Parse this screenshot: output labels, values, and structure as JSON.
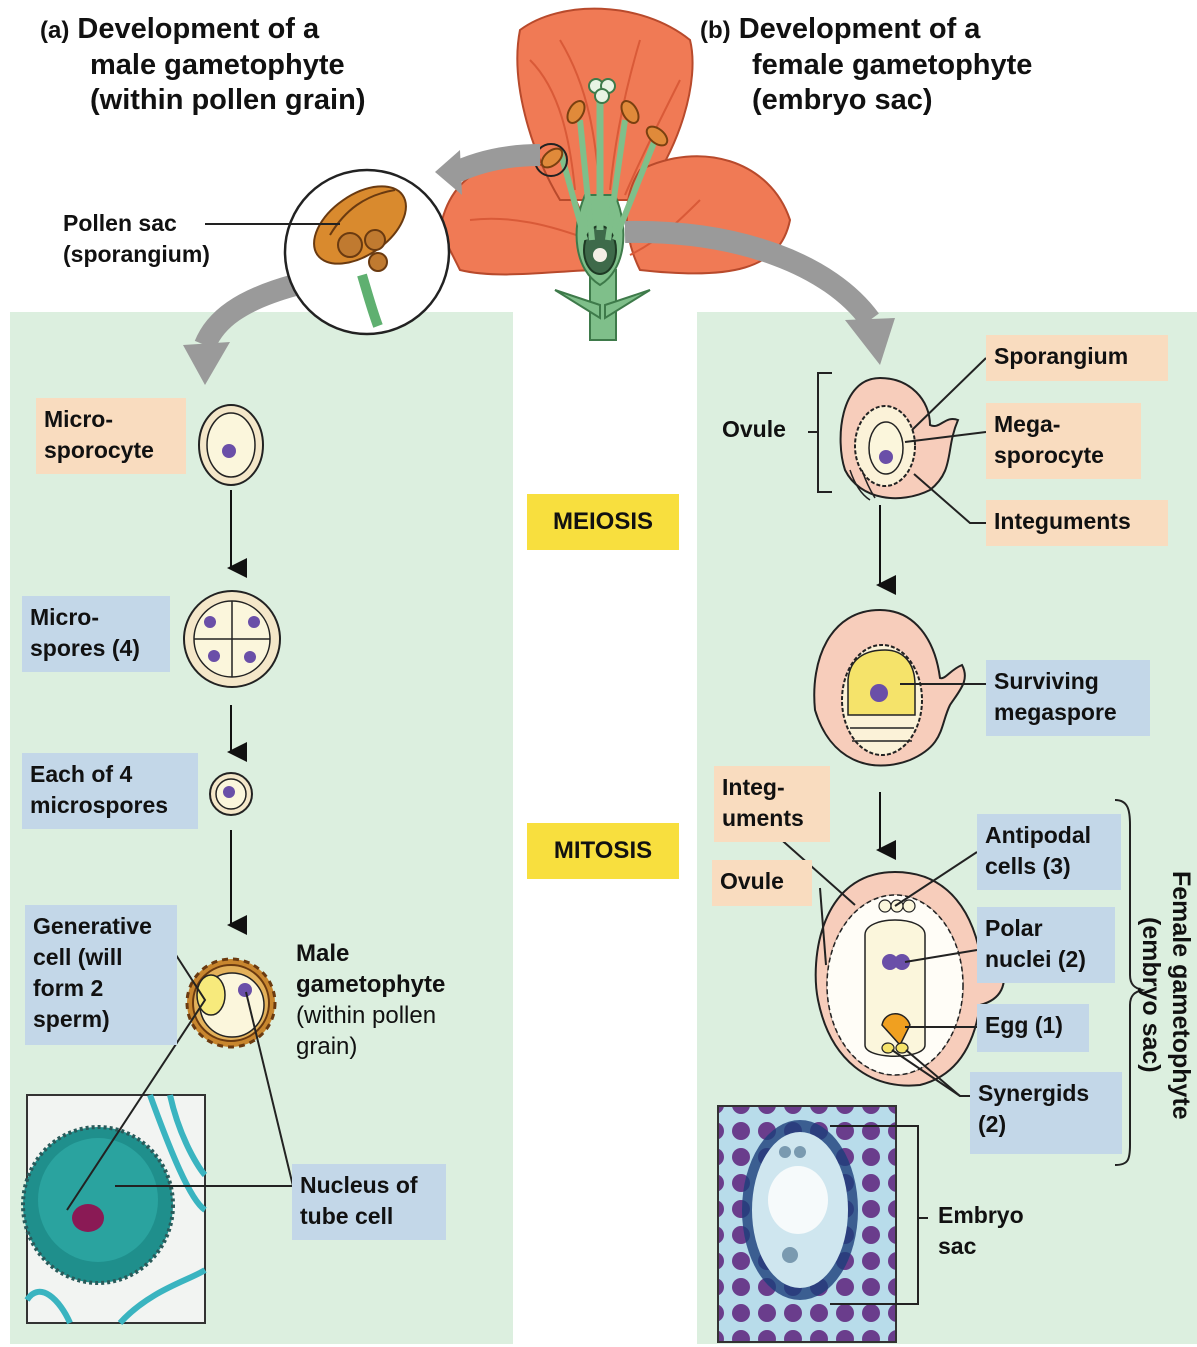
{
  "title_a": {
    "tag": "(a)",
    "lines": [
      "Development of a",
      "male gametophyte",
      "(within pollen grain)"
    ]
  },
  "title_b": {
    "tag": "(b)",
    "lines": [
      "Development of a",
      "female gametophyte",
      "(embryo sac)"
    ]
  },
  "labels": {
    "pollen_sac": [
      "Pollen sac",
      "(sporangium)"
    ],
    "microsporocyte": [
      "Micro-",
      "sporocyte"
    ],
    "microspores": [
      "Micro-",
      "spores (4)"
    ],
    "each_microspore": [
      "Each of 4",
      "microspores"
    ],
    "generative_cell": [
      "Generative",
      "cell (will",
      "form 2",
      "sperm)"
    ],
    "male_gametophyte": [
      "Male",
      "gametophyte"
    ],
    "male_gametophyte_sub": [
      "(within pollen",
      "grain)"
    ],
    "nucleus_tube": [
      "Nucleus of",
      "tube cell"
    ],
    "meiosis": "MEIOSIS",
    "mitosis": "MITOSIS",
    "ovule_top": "Ovule",
    "sporangium": "Sporangium",
    "megasporocyte": [
      "Mega-",
      "sporocyte"
    ],
    "integuments": "Integuments",
    "surviving_megaspore": [
      "Surviving",
      "megaspore"
    ],
    "integuments_2": [
      "Integ-",
      "uments"
    ],
    "ovule_bottom": "Ovule",
    "antipodal": [
      "Antipodal",
      "cells (3)"
    ],
    "polar": [
      "Polar",
      "nuclei (2)"
    ],
    "egg": "Egg (1)",
    "synergids": [
      "Synergids",
      "(2)"
    ],
    "embryo_sac": [
      "Embryo",
      "sac"
    ],
    "female_gametophyte": [
      "Female gametophyte",
      "(embryo sac)"
    ]
  },
  "colors": {
    "panel": "#dcefdf",
    "orange_label": "#f9dcbf",
    "blue_label": "#c3d7e8",
    "process_label": "#f8df3e",
    "flower": "#f07a55",
    "ovule": "#f7cdbb",
    "nucleus": "#6a4fa8"
  }
}
